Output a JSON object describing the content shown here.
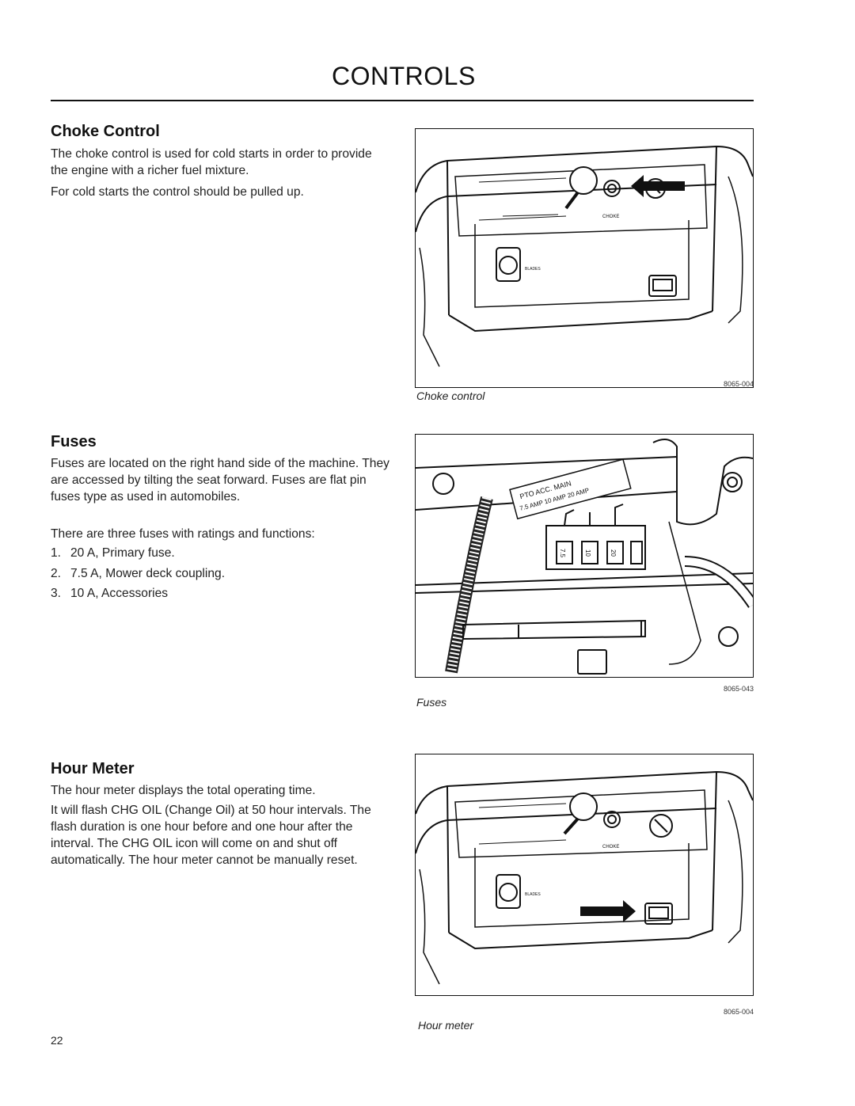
{
  "header": {
    "title": "CONTROLS"
  },
  "choke": {
    "heading": "Choke Control",
    "paragraphs": [
      "The choke control is used for cold starts in order to provide the engine with a richer fuel mixture.",
      "For cold starts the control should be pulled up."
    ],
    "figure": {
      "code": "8065-004",
      "caption": "Choke control",
      "panel_label": "CHOKE",
      "blades_label": "BLADES"
    }
  },
  "fuses": {
    "heading": "Fuses",
    "paragraphs": [
      "Fuses are located on the right hand side of the machine. They are accessed by tilting the seat forward. Fuses are flat pin fuses type as used in automobiles.",
      "There are three fuses with ratings and functions:"
    ],
    "list": [
      {
        "num": "1.",
        "text": "20 A, Primary fuse."
      },
      {
        "num": "2.",
        "text": "7.5 A, Mower deck coupling."
      },
      {
        "num": "3.",
        "text": "10 A, Accessories"
      }
    ],
    "figure": {
      "code": "8065-043",
      "caption": "Fuses",
      "decal": {
        "line1": "PTO    ACC.    MAIN",
        "line2": "7.5 AMP  10 AMP  20 AMP"
      },
      "fuse_labels": [
        "7.5",
        "10",
        "20"
      ]
    }
  },
  "hour_meter": {
    "heading": "Hour Meter",
    "paragraphs": [
      "The hour meter displays the total operating time.",
      "It will flash CHG OIL (Change Oil) at 50 hour intervals. The flash duration is one hour before and one hour after the interval. The CHG OIL icon will come on and shut off automatically. The hour meter cannot be manually reset."
    ],
    "figure": {
      "code": "8065-004",
      "caption": "Hour meter",
      "panel_label": "CHOKE",
      "blades_label": "BLADES"
    }
  },
  "page_number": "22"
}
